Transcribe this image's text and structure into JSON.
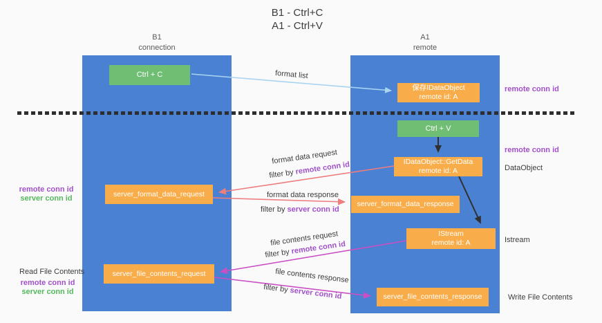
{
  "title": {
    "line1": "B1 - Ctrl+C",
    "line2": "A1 - Ctrl+V"
  },
  "columns": {
    "left": {
      "header_line1": "B1",
      "header_line2": "connection"
    },
    "right": {
      "header_line1": "A1",
      "header_line2": "remote"
    }
  },
  "boxes": {
    "ctrl_c": "Ctrl + C",
    "ctrl_v": "Ctrl + V",
    "keep_idataobject_line1": "保存IDataObject",
    "keep_idataobject_line2": "remote id: A",
    "getdata_line1": "IDataObject::GetData",
    "getdata_line2": "remote id: A",
    "istream_line1": "IStream",
    "istream_line2": "remote id: A",
    "format_request": "server_format_data_request",
    "format_response": "server_format_data_response",
    "file_request": "server_file_contents_request",
    "file_response": "server_file_contents_response"
  },
  "labels": {
    "format_list": "format list",
    "format_data_request": "format data request",
    "format_data_response": "format data response",
    "file_contents_request": "file contents request",
    "file_contents_response": "file contents response",
    "filter_by": "filter by",
    "remote_conn_id": "remote conn id",
    "server_conn_id": "server conn id",
    "dataobject": "DataObject",
    "istream": "Istream",
    "read_file_contents": "Read File Contents",
    "write_file_contents": "Write File Contents"
  },
  "colors": {
    "column_blue": "#4a81d3",
    "box_green": "#6fbe74",
    "box_orange": "#f9ad4a",
    "purple_text": "#a151c9",
    "green_text": "#56b85e",
    "salmon_arrow": "#ee7d7d",
    "magenta_arrow": "#cb4fc4",
    "light_blue_arrow": "#a9d4f0",
    "black_arrow": "#303030",
    "background": "#fafafa"
  }
}
